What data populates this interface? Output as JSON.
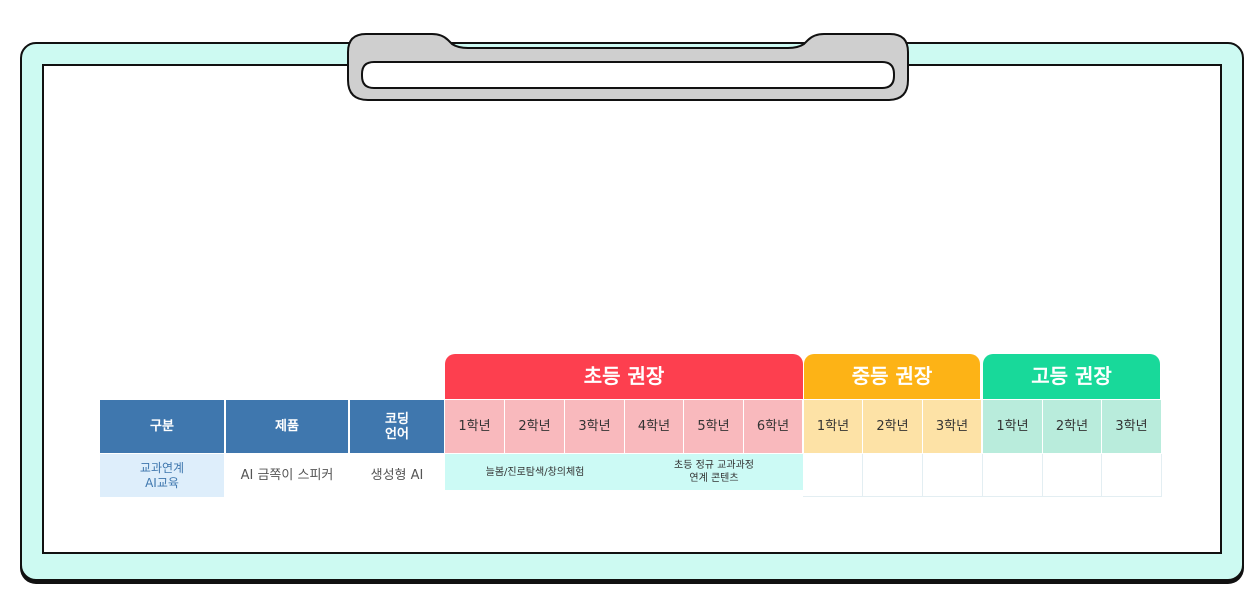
{
  "colors": {
    "elementary": "#fd3f4f",
    "middle": "#fdb316",
    "high": "#18d99a",
    "elementary_grade_bg": "#f9b9bd",
    "middle_grade_bg": "#fde2a6",
    "high_grade_bg": "#b9ecdc",
    "header_bg": "#3f77ae",
    "category_bg": "#deeefb",
    "content_bg": "#ccfaf5",
    "board_fill": "#cdfaf2"
  },
  "stages": [
    {
      "label": "초등 권장"
    },
    {
      "label": "중등 권장"
    },
    {
      "label": "고등 권장"
    }
  ],
  "header": {
    "category": "구분",
    "product": "제품",
    "coding_language_line1": "코딩",
    "coding_language_line2": "언어"
  },
  "grades": {
    "elementary": [
      "1학년",
      "2학년",
      "3학년",
      "4학년",
      "5학년",
      "6학년"
    ],
    "middle": [
      "1학년",
      "2학년",
      "3학년"
    ],
    "high": [
      "1학년",
      "2학년",
      "3학년"
    ]
  },
  "row": {
    "category_line1": "교과연계",
    "category_line2": "AI교육",
    "product": "AI 금쪽이 스피커",
    "coding_language": "생성형 AI",
    "content_1": "늘봄/진로탐색/창의체험",
    "content_2_line1": "초등 정규 교과과정",
    "content_2_line2": "연계 콘텐츠"
  }
}
